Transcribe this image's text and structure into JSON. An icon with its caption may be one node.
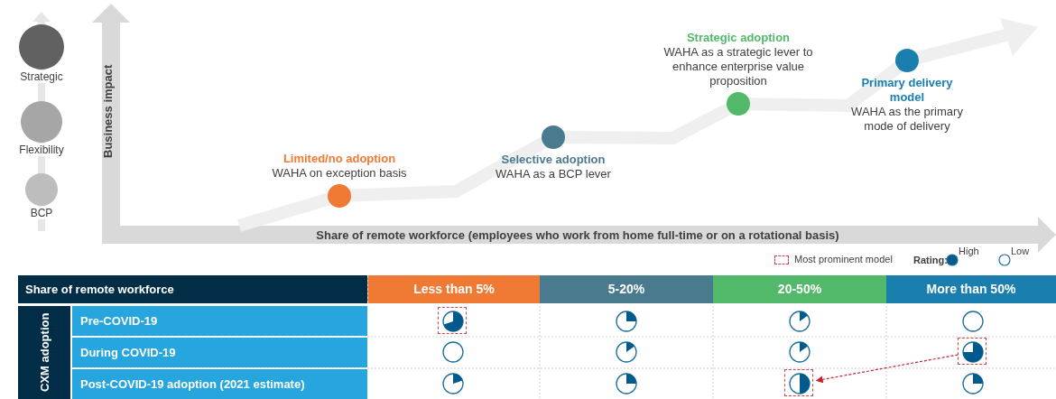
{
  "diagram": {
    "nodes": [
      {
        "text": [
          "Strategic"
        ]
      },
      {
        "text": [
          "Flexibility"
        ]
      },
      {
        "text": [
          "BCP"
        ]
      },
      {
        "text": [
          "Limited/no adoption",
          "WAHA on exception basis"
        ]
      },
      {
        "text": [
          "Selective adoption",
          "WAHA as a BCP lever"
        ]
      },
      {
        "text": [
          "Strategic adoption",
          "WAHA as a strategic lever to enhance enterprise value proposition"
        ]
      },
      {
        "text": [
          "Primary delivery model",
          "WAHA as the primary mode of delivery"
        ]
      },
      {
        "text": [],
        "shape": "circle"
      },
      {
        "text": [],
        "shape": "circle"
      },
      {
        "text": [],
        "shape": "circle"
      },
      {
        "text": [],
        "shape": "circle"
      },
      {
        "text": [],
        "shape": "circle"
      },
      {
        "text": [],
        "shape": "circle"
      },
      {
        "text": [],
        "shape": "circle"
      },
      {
        "text": [],
        "shape": "circle"
      },
      {
        "text": [],
        "shape": "circle"
      },
      {
        "text": [],
        "shape": "circle"
      },
      {
        "text": [],
        "shape": "circle"
      },
      {
        "text": [],
        "shape": "circle"
      }
    ],
    "edges": [
      {
        "from": 14,
        "to": 17,
        "arrow": "to",
        "style": "dashed",
        "color": "#c8202f"
      }
    ],
    "labels": [
      "Business impact",
      "Share of remote workforce (employees who work from home full-time or on a rotational basis)",
      "Rating:",
      "Share of remote workforce",
      "Less than 5%",
      "5-20%",
      "20-50%",
      "More than 50%",
      "CXM adoption",
      "Pre-COVID-19",
      "During COVID-19",
      "Post-COVID-19 adoption (2021 estimate)"
    ],
    "legend": [
      {
        "text": "Most prominent model"
      },
      {
        "text": "High"
      },
      {
        "text": "Low"
      }
    ]
  }
}
